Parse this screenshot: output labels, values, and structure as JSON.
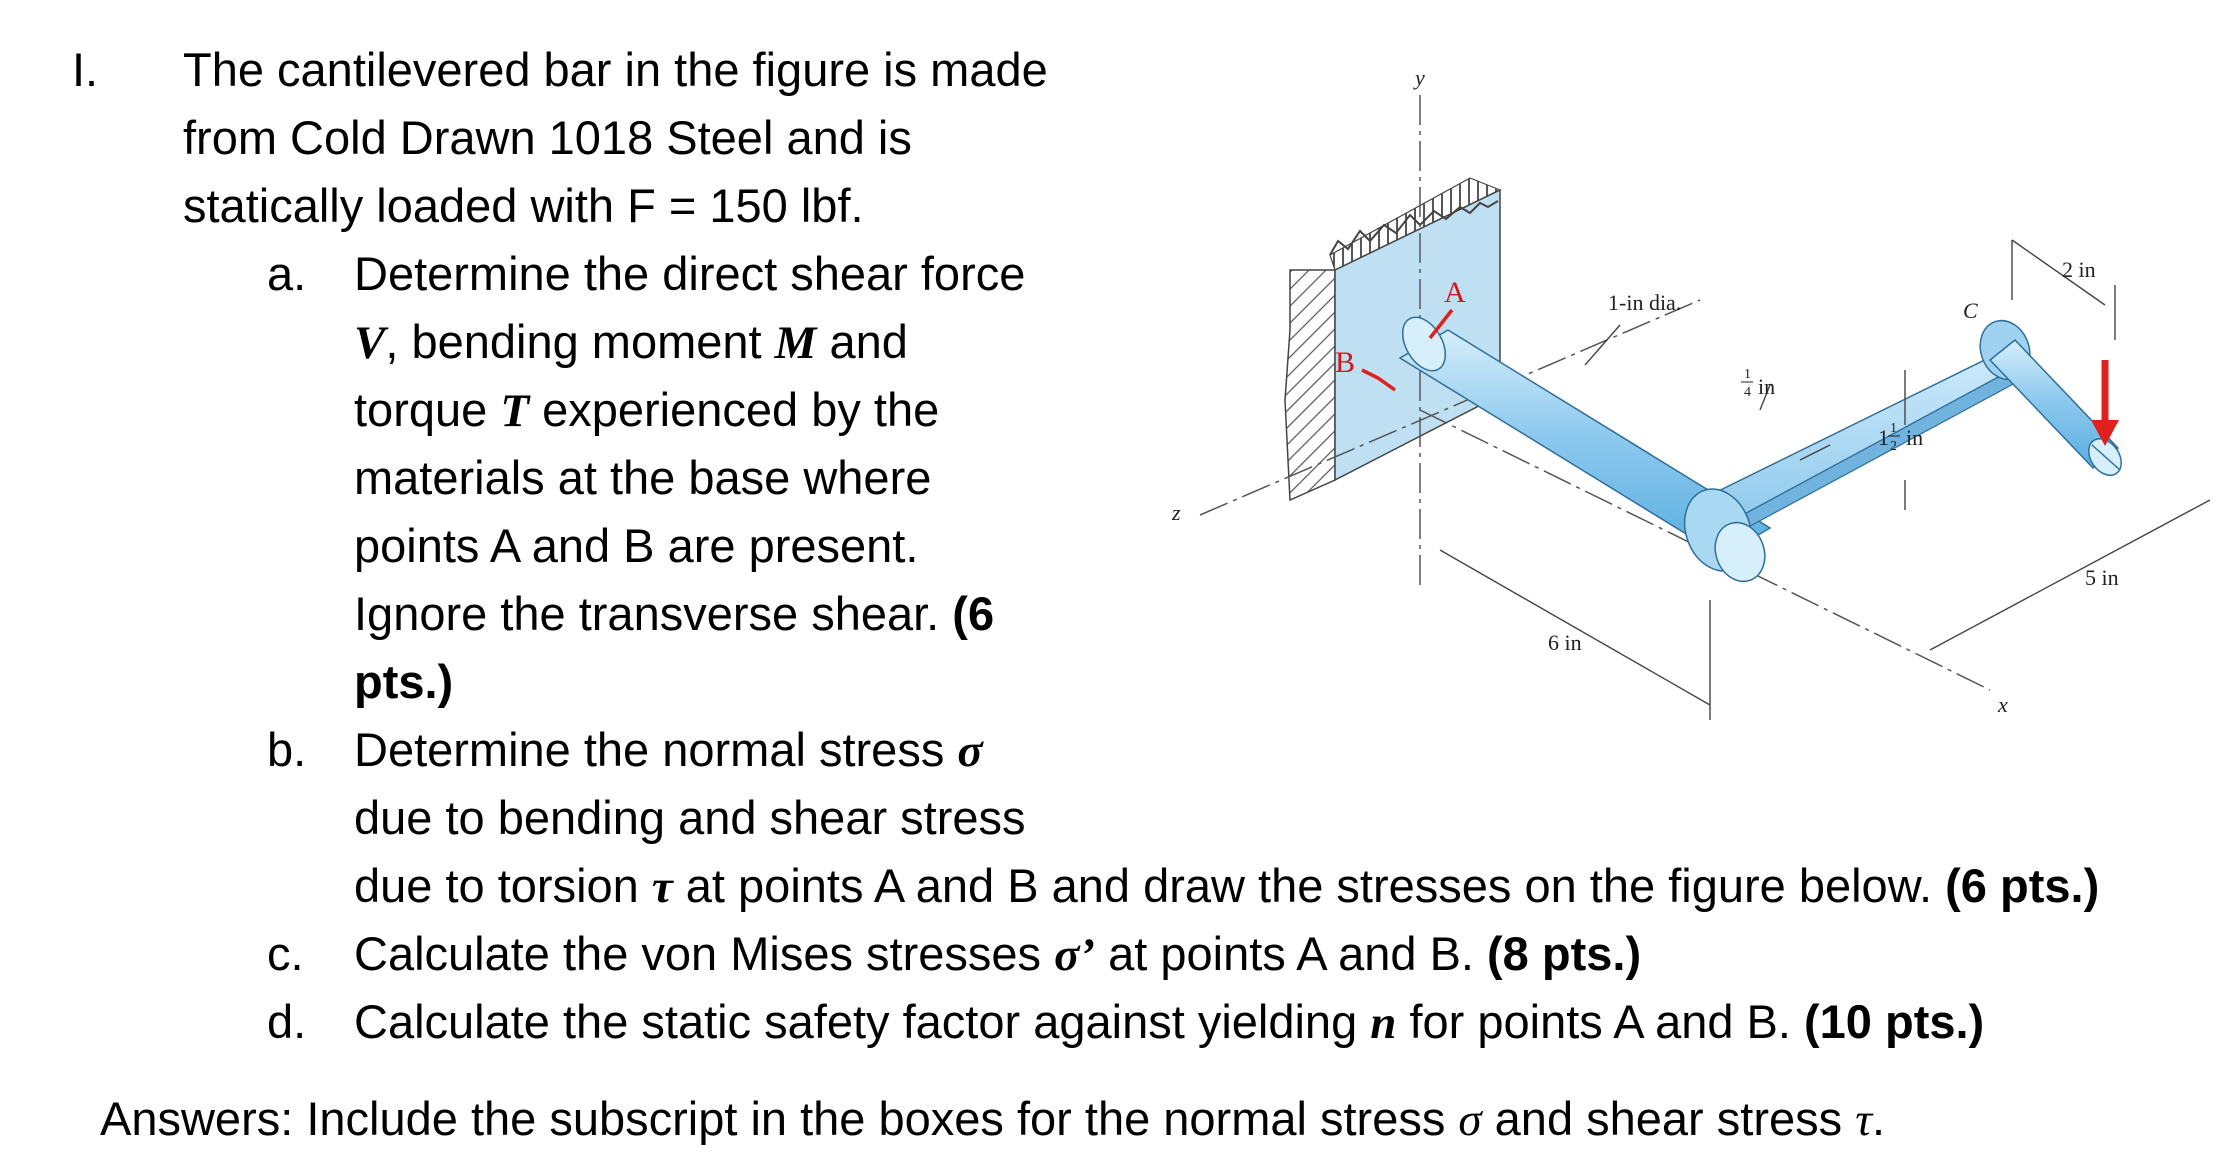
{
  "problem": {
    "number": "I.",
    "intro": [
      "The cantilevered bar in the figure is made",
      "from Cold Drawn 1018 Steel and is",
      "statically loaded with F = 150 lbf."
    ]
  },
  "parts": {
    "a": {
      "marker": "a.",
      "line1": "Determine the direct shear force",
      "l2_sym1": "V",
      "l2_mid": ", bending moment ",
      "l2_sym2": "M",
      "l2_end": " and",
      "l3_start": "torque ",
      "l3_sym": "T",
      "l3_end": " experienced by the",
      "line4": "materials at the base where",
      "line5": "points A and B are present.",
      "line6": "Ignore the transverse shear. ",
      "pts1": "(6",
      "pts2": "pts.)"
    },
    "b": {
      "marker": "b.",
      "l1_text": "Determine the normal stress ",
      "l1_sym": "σ",
      "line2": "due to bending and shear stress",
      "l3_start": "due to torsion ",
      "l3_sym": "τ",
      "l3_end": " at points A and B and draw the stresses on the figure below. ",
      "pts": "(6 pts.)"
    },
    "c": {
      "marker": "c.",
      "text1": "Calculate the von Mises stresses ",
      "sym": "σ’",
      "text2": " at points A and B. ",
      "pts": "(8 pts.)"
    },
    "d": {
      "marker": "d.",
      "text1": "Calculate the static safety factor against yielding ",
      "sym": "n",
      "text2": " for points A and B. ",
      "pts": "(10 pts.)"
    }
  },
  "answers": {
    "text1": "Answers: Include the subscript in the boxes for the normal stress ",
    "sym1": "σ",
    "text2": " and shear stress ",
    "sym2": "τ",
    "text3": "."
  },
  "figure": {
    "axis_y": "y",
    "axis_z": "z",
    "axis_x": "x",
    "point_a": "A",
    "point_b": "B",
    "point_c": "C",
    "dim_diameter": "1-in dia.",
    "dim_quarter_num": "1",
    "dim_quarter_den": "4",
    "dim_quarter_unit": "in",
    "dim_one_half_whole": "1",
    "dim_one_half_num": "1",
    "dim_one_half_den": "2",
    "dim_one_half_unit": "in",
    "dim_two": "2 in",
    "dim_five": "5 in",
    "dim_six": "6 in",
    "colors": {
      "bar": "#8ec9ec",
      "bar_light": "#cfe9f8",
      "wall": "#bfe0f3",
      "hatch": "#555555",
      "arrow_red": "#e0201c",
      "label_red": "#d01818"
    }
  }
}
